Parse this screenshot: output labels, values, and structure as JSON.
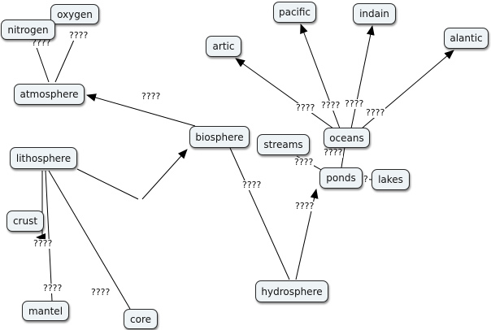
{
  "concept_map": {
    "nodes": {
      "oxygen": "oxygen",
      "nitrogen": "nitrogen",
      "atmosphere": "atmosphere",
      "lithosphere": "lithosphere",
      "crust": "crust",
      "mantel": "mantel",
      "core": "core",
      "biosphere": "biosphere",
      "hydrosphere": "hydrosphere",
      "streams": "streams",
      "oceans": "oceans",
      "ponds": "ponds",
      "lakes": "lakes",
      "artic": "artic",
      "pacific": "pacific",
      "indain": "indain",
      "alantic": "alantic"
    },
    "edge_labels": {
      "oxygen_atmosphere": "????",
      "nitrogen_atmosphere": "????",
      "biosphere_atmosphere": "????",
      "lithosphere_crust": "????",
      "lithosphere_mantel": "????",
      "lithosphere_core": "????",
      "biosphere_hydrosphere": "????",
      "hydrosphere_ponds": "????",
      "streams_ponds": "????",
      "oceans_ponds": "????",
      "lakes_ponds": "?",
      "oceans_artic": "????",
      "oceans_pacific": "????",
      "oceans_indain": "????",
      "oceans_alantic": "????"
    }
  }
}
